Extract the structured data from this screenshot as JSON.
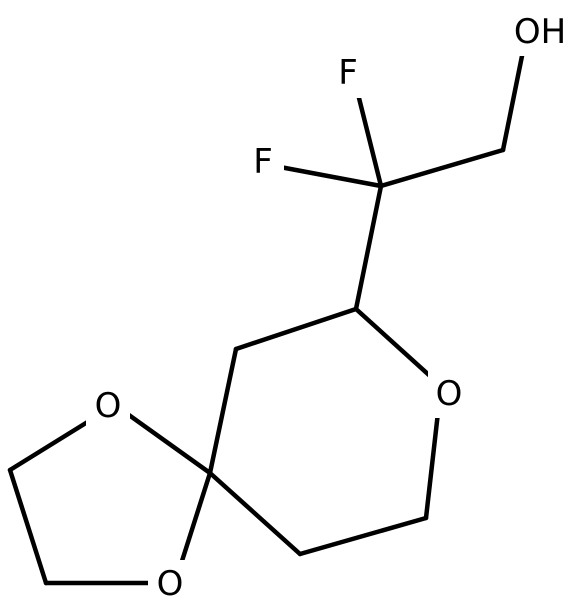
{
  "atoms": [
    {
      "id": "OH",
      "text": "OH"
    },
    {
      "id": "F1",
      "text": "F"
    },
    {
      "id": "F2",
      "text": "F"
    },
    {
      "id": "O_ring",
      "text": "O"
    },
    {
      "id": "O_diox1",
      "text": "O"
    },
    {
      "id": "O_diox2",
      "text": "O"
    }
  ],
  "colors": {
    "bond": "#000000",
    "label": "#000000",
    "background": "#ffffff"
  }
}
